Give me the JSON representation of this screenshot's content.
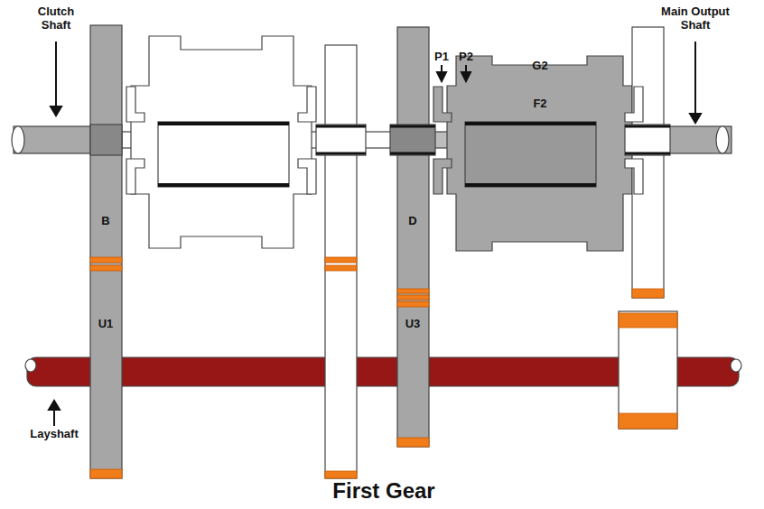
{
  "diagram": {
    "caption": "First Gear",
    "labels": [
      "Clutch Shaft",
      "Main Output Shaft",
      "P1",
      "P2",
      "G2",
      "F2",
      "B",
      "U1",
      "D",
      "U3",
      "Layshaft"
    ]
  }
}
